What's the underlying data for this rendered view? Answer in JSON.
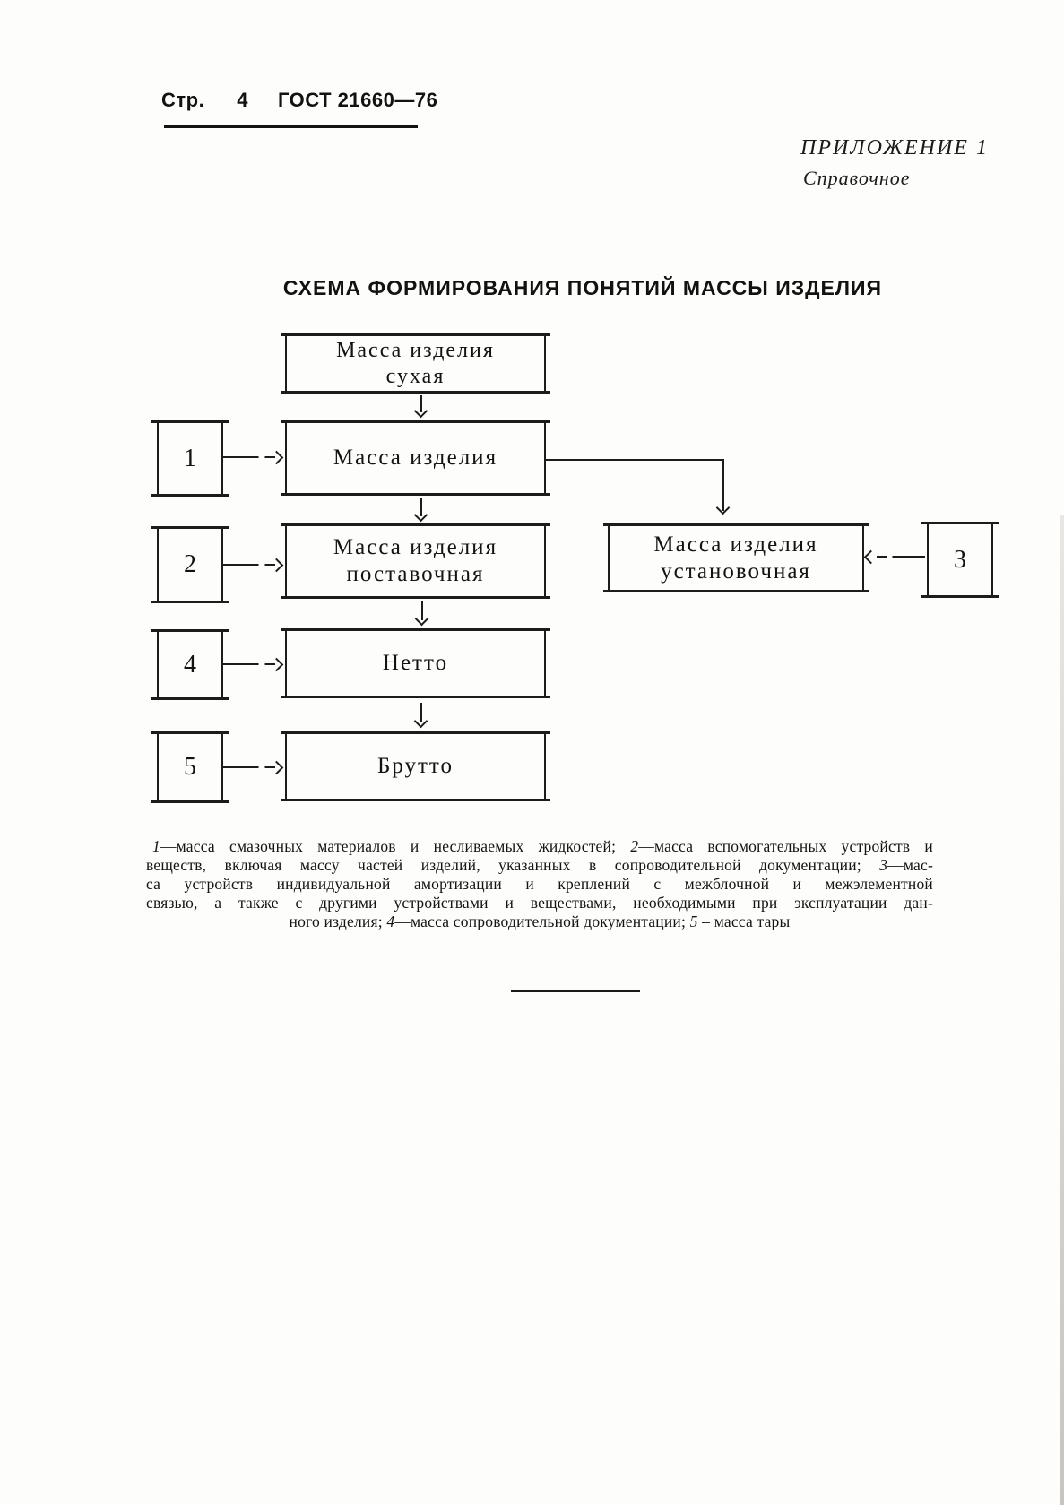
{
  "header": {
    "page_label": "Стр.",
    "page_number": "4",
    "doc_number": "ГОСТ 21660—76"
  },
  "annex": {
    "title": "ПРИЛОЖЕНИЕ 1",
    "subtitle": "Справочное"
  },
  "diagram_title": "СХЕМА ФОРМИРОВАНИЯ ПОНЯТИЙ МАССЫ ИЗДЕЛИЯ",
  "diagram": {
    "boxes": {
      "dry": {
        "line1": "Масса изделия",
        "line2": "сухая"
      },
      "mass": {
        "line1": "Масса изделия"
      },
      "delivery": {
        "line1": "Масса изделия",
        "line2": "поставочная"
      },
      "installation": {
        "line1": "Масса изделия",
        "line2": "установочная"
      },
      "net": {
        "line1": "Нетто"
      },
      "gross": {
        "line1": "Брутто"
      }
    },
    "ref_numbers": {
      "n1": "1",
      "n2": "2",
      "n3": "3",
      "n4": "4",
      "n5": "5"
    }
  },
  "footnote": {
    "lines": [
      "*1*—масса смазочных материалов и несливаемых жидкостей; *2*—масса вспомогательных устройств и",
      "веществ, включая массу частей изделий, указанных в сопроводительной документации; *3*—мас-",
      "са устройств индивидуальной амортизации и креплений с межблочной и межэлементной",
      "связью, а также с другими устройствами и веществами, необходимыми при эксплуатации дан-",
      "ного изделия; *4*—масса сопроводительной документации; *5* – масса тары"
    ]
  },
  "colors": {
    "ink": "#1c1c1c",
    "paper": "#fdfdfb"
  }
}
